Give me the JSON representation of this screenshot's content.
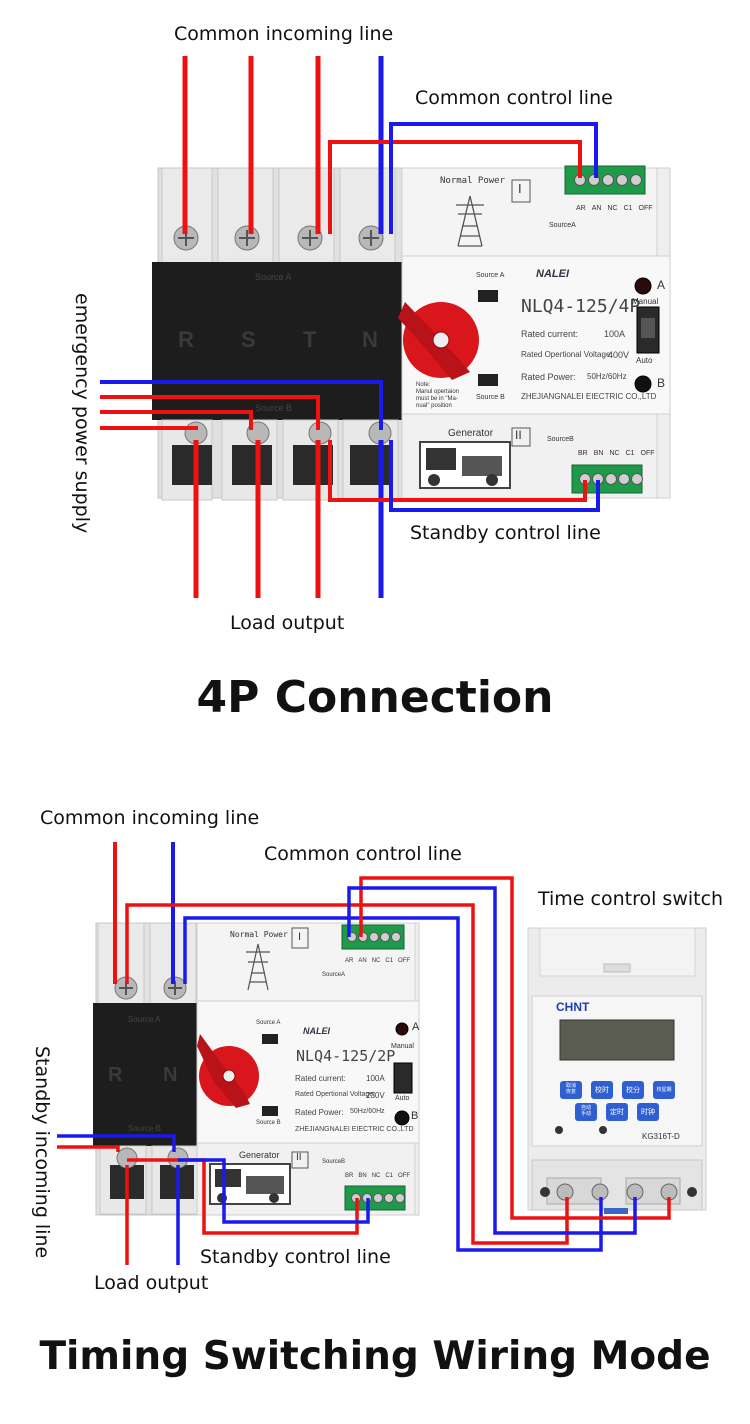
{
  "diagram_4p": {
    "labels": {
      "common_incoming": "Common incoming line",
      "common_control": "Common control line",
      "emergency_supply": "emergency power supply",
      "standby_control": "Standby control line",
      "load_output": "Load output"
    },
    "heading": "4P  Connection",
    "device": {
      "source_a": "Source A",
      "source_b": "Source B",
      "terminals": [
        "R",
        "S",
        "T",
        "N"
      ],
      "normal_power": "Normal Power",
      "generator": "Generator",
      "roman_1": "I",
      "roman_2": "II",
      "model": "NLQ4-125/4P",
      "brand": "NALEI",
      "rated_current": "Rated current:",
      "rated_current_val": "100A",
      "rated_voltage": "Rated Opertional Voltage:",
      "rated_voltage_val": "400V",
      "rated_power": "Rated Power:",
      "rated_power_val": "50Hz/60Hz",
      "maker": "ZHEJIANGNALEI EIECTRIC CO.,LTD",
      "note": "Note:\nManul opertaion\nmust be in \"Ma-\nnual\" position",
      "manual": "Manual",
      "auto": "Auto",
      "ind_a": "A",
      "ind_b": "B",
      "term_a": [
        "AR",
        "AN",
        "NC",
        "C1",
        "OFF"
      ],
      "source_a_small": "SourceA",
      "term_b": [
        "BR",
        "BN",
        "NC",
        "C1",
        "OFF"
      ],
      "source_b_small": "SourceB"
    }
  },
  "diagram_2p": {
    "labels": {
      "common_incoming": "Common incoming line",
      "common_control": "Common control line",
      "time_switch": "Time control switch",
      "standby_incoming": "Standby incoming line",
      "standby_control": "Standby control line",
      "load_output": "Load output"
    },
    "heading": "Timing  Switching  Wiring  Mode",
    "device": {
      "source_a": "Source A",
      "source_b": "Source B",
      "terminals": [
        "R",
        "N"
      ],
      "normal_power": "Normal Power",
      "generator": "Generator",
      "roman_1": "I",
      "roman_2": "II",
      "model": "NLQ4-125/2P",
      "brand": "NALEI",
      "rated_current": "Rated current:",
      "rated_current_val": "100A",
      "rated_voltage": "Rated Opertional Voltage:",
      "rated_voltage_val": "230V",
      "rated_power": "Rated Power:",
      "rated_power_val": "50Hz/60Hz",
      "maker": "ZHEJIANGNALEI EIECTRIC CO.,LTD",
      "manual": "Manual",
      "auto": "Auto",
      "ind_a": "A",
      "ind_b": "B",
      "term_a": [
        "AR",
        "AN",
        "NC",
        "C1",
        "OFF"
      ],
      "source_a_small": "SourceA",
      "term_b": [
        "BR",
        "BN",
        "NC",
        "C1",
        "OFF"
      ],
      "source_b_small": "SourceB"
    },
    "timer": {
      "brand": "CHNT",
      "model": "KG316T-D",
      "buttons": [
        "取消\n恢复",
        "校时",
        "校分",
        "校星期",
        "自动\n手动",
        "定时",
        "时钟"
      ]
    }
  },
  "colors": {
    "wire_red": "#ee1111",
    "wire_blue": "#1a1aee",
    "housing": "#e3e3e3",
    "black_panel": "#1d1d1d",
    "terminal_green": "#1f9a4a",
    "knob_red": "#d8161c"
  }
}
